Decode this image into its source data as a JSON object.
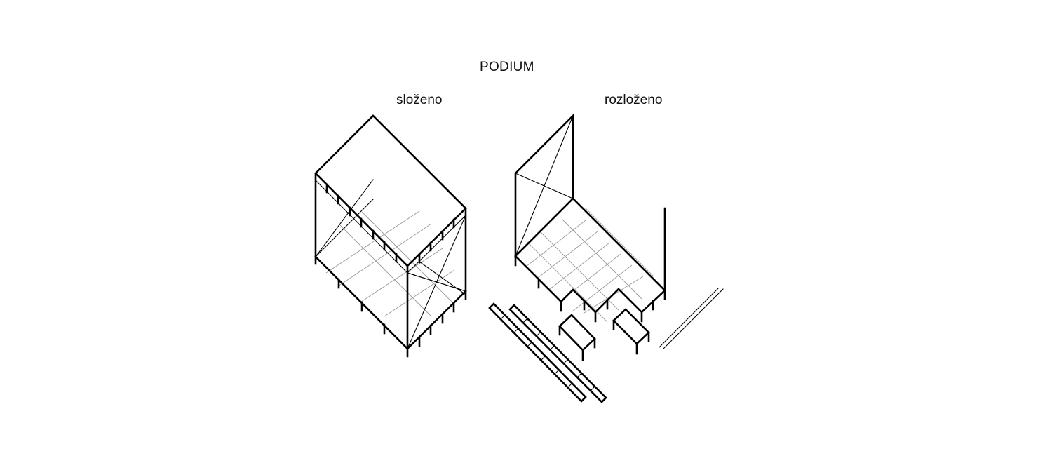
{
  "diagram": {
    "title": "PODIUM",
    "labels": {
      "assembled": "složeno",
      "exploded": "rozloženo"
    }
  }
}
